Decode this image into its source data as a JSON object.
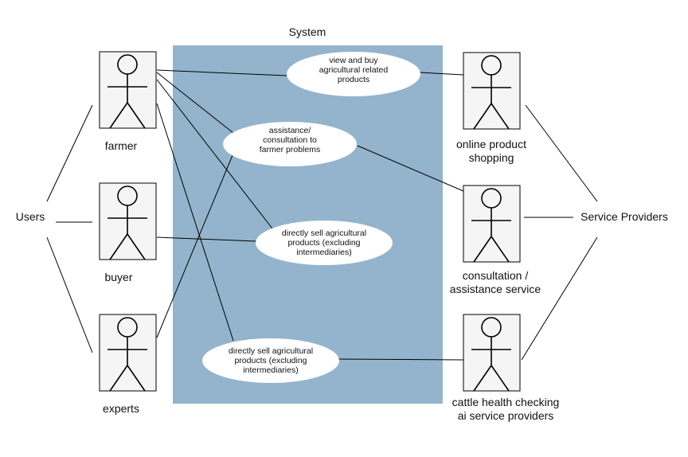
{
  "system": {
    "title": "System"
  },
  "groups": {
    "users": "Users",
    "service_providers": "Service Providers"
  },
  "actors": {
    "farmer": "farmer",
    "buyer": "buyer",
    "experts": "experts",
    "online_shopping": [
      "online product",
      "shopping"
    ],
    "consultation": [
      "consultation /",
      "assistance service"
    ],
    "cattle_ai": [
      "cattle health checking",
      "ai service providers"
    ]
  },
  "use_cases": {
    "view_buy": [
      "view and buy",
      "agricultural related",
      "products"
    ],
    "assistance": [
      "assistance/",
      "consultation to",
      "farmer problems"
    ],
    "direct_sell_1": [
      "directly sell agricultural",
      "products (excluding",
      "intermediaries)"
    ],
    "direct_sell_2": [
      "directly sell agricultural",
      "products (excluding",
      "intermediaries)"
    ]
  },
  "colors": {
    "system_fill": "#93b4cc",
    "actor_box_fill": "#f5f5f5",
    "stroke": "#000000"
  }
}
